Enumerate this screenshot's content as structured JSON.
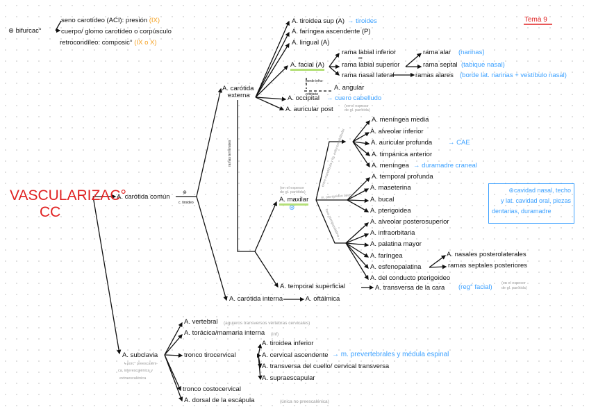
{
  "tema": "Tema 9",
  "title": {
    "line1": "VASCULARIZAC°",
    "line2": "CC"
  },
  "bifurcacion": {
    "label": "⊛ bifurcac°",
    "seno": "seno carotídeo (ACI): presión",
    "seno_nerve": "(IX)",
    "cuerpo": "cuerpo/ glomo carotídeo o corpúsculo",
    "retro": "retrocondíleo: composic°",
    "retro_nerve": "(IX o X)"
  },
  "comun": {
    "label": "A. carótida común",
    "mark": "⊛",
    "level": "c. tiroideo"
  },
  "externa": {
    "label1": "A. carótida",
    "label2": "externa",
    "terminal_note": "ramas terminales",
    "tiroidea_sup": "A. tiroidea sup (A)",
    "tiroidea_sup_dest": "→ tiroides",
    "faringea": "A. faríngea ascendente (P)",
    "lingual": "A. lingual (A)",
    "facial": "A. facial (A)",
    "facial_branches": {
      "labial_inf": "rama labial inferior",
      "labial_sup": "rama labial superior",
      "anast": "∞",
      "nasal_lat": "rama nasal lateral",
      "alar": "rama alar",
      "alar_note": "(narinas)",
      "septal": "rama septal",
      "septal_note": "(tabique nasal)",
      "alares": "ramas alares",
      "alares_note": "(borde lat. narinas + vestíbulo nasal)",
      "borde_note1": "borde infra-",
      "borde_note2": "orbitario",
      "angular": "A. angular"
    },
    "occipital": "A. occipital",
    "occipital_dest": "→ cuero cabelludo",
    "auricular_post": "A. auricular post",
    "auricular_note1": "(en el espesor",
    "auricular_note2": "de gl. parótida)",
    "maxilar": {
      "label": "A. maxilar",
      "note1": "(en el espesor",
      "note2": "de gl. parótida)",
      "mark": "⊛",
      "seg1_note": "entre mandíbula y lig. esfenomandibular",
      "seg2_note": "m. pterigoideo lateral",
      "seg3_note": "fosa pterigopalatina",
      "seg1": [
        "A. meníngea media",
        "A. alveolar inferior",
        "A. auricular profunda",
        "A. timpánica anterior",
        "A. meníngea"
      ],
      "cae": "→ CAE",
      "duramadre": "→ duramadre craneal",
      "seg2": [
        "A. temporal profunda",
        "A. maseterina",
        "A. bucal",
        "A. pterigoidea"
      ],
      "seg3": [
        "A. alveolar posterosuperior",
        "A. infraorbitaria",
        "A. palatina mayor",
        "A. faríngea",
        "A. esfenopalatina",
        "A. del conducto pterigoideo"
      ],
      "esfeno_branches": [
        "A. nasales posterolaterales",
        "ramas septales posteriores"
      ],
      "box": {
        "mark": "⊛",
        "line1": "cavidad nasal, techo",
        "line2": "y lat. cavidad oral, piezas",
        "line3": "dentarias, duramadre"
      }
    },
    "temporal_sup": "A. temporal superficial",
    "transversa_cara": "A. transversa de la cara",
    "transversa_note": "(reg° facial)",
    "transversa_gray1": "(en el espesor",
    "transversa_gray2": "de gl. parótida)"
  },
  "interna": {
    "label": "A. carótida interna",
    "oftalmica": "→ A. oftálmica"
  },
  "subclavia": {
    "label": "A. subclavia",
    "note1": "↳porc° preescaléni-",
    "note2": "ca, interescalénica y",
    "note3": "extraescalénica",
    "vertebral": "A. vertebral",
    "vertebral_note": "(agujeros transversos vértebras cervicales)",
    "toracica": "A. torácica/mamaria interna",
    "toracica_note": "(inf)",
    "tirocervical": "tronco tirocervical",
    "tiro_branches": [
      "A. tiroidea inferior",
      "A. cervical ascendente",
      "A. transversa del cuello/ cervical transversa",
      "A. supraescapular"
    ],
    "cervical_dest": "→ m. prevertebrales y médula espinal",
    "costocervical": "tronco costocervical",
    "dorsal": "A. dorsal de la escápula",
    "dorsal_note": "(única no preescalénica)"
  },
  "colors": {
    "title": "#e02020",
    "note": "#3aa0ff",
    "nerve": "#f5a020",
    "highlight": "#b5e07a"
  }
}
